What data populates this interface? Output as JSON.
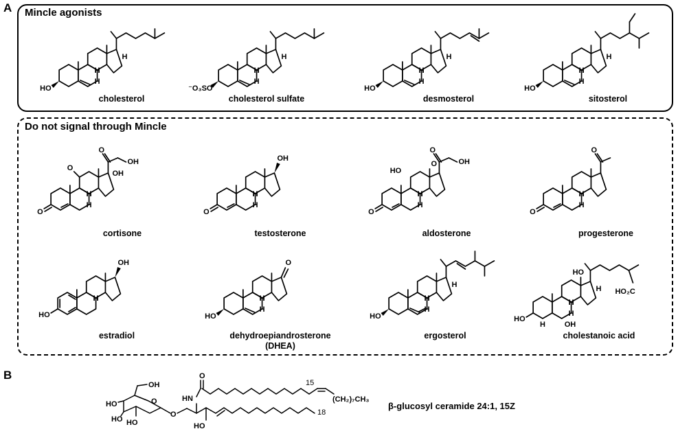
{
  "panels": {
    "a": {
      "letter": "A",
      "agonists_title": "Mincle agonists",
      "agonists": [
        "cholesterol",
        "cholesterol sulfate",
        "desmosterol",
        "sitosterol"
      ],
      "non_signaling_title": "Do not signal through Mincle",
      "non_signaling_row1": [
        "cortisone",
        "testosterone",
        "aldosterone",
        "progesterone"
      ],
      "non_signaling_row2": [
        "estradiol",
        "dehydroepiandrosterone",
        "ergosterol",
        "cholestanoic acid"
      ],
      "dhea_abbrev": "(DHEA)"
    },
    "b": {
      "letter": "B",
      "compound": "β-glucosyl ceramide 24:1, 15Z"
    }
  },
  "atom_labels": {
    "hydroxyl": "HO",
    "hydroxyl_r": "OH",
    "oxo": "O",
    "hydrogen": "H",
    "sulfate": "⁻O₃SO",
    "amide_n": "HN",
    "acid": "HO₂C",
    "chain": "(CH₂)₇CH₃",
    "locant_15": "15",
    "locant_18": "18"
  },
  "colors": {
    "ink": "#000000",
    "background": "#ffffff"
  }
}
